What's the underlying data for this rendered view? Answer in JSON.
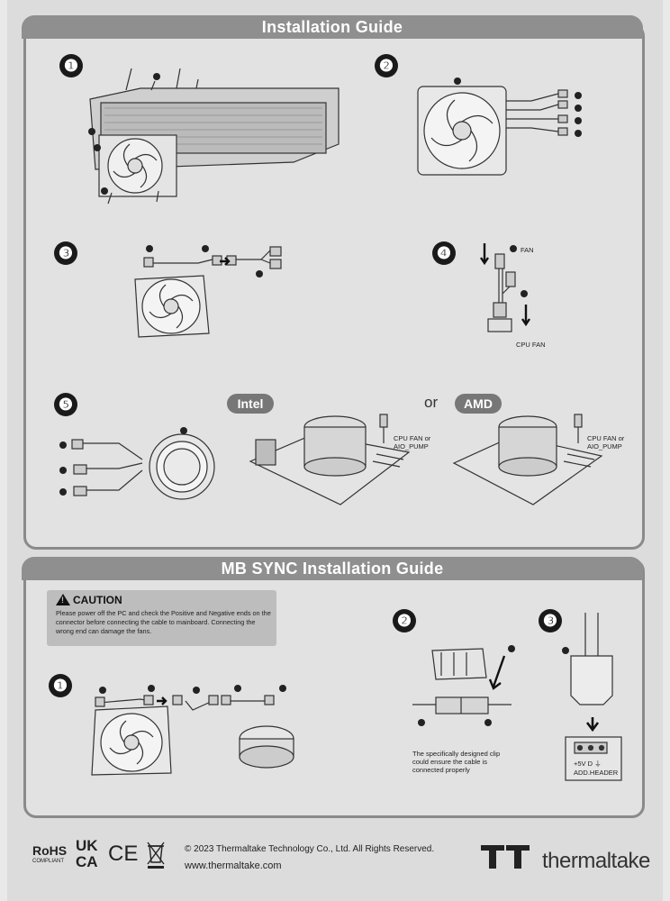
{
  "header": {
    "title": "Installation Guide"
  },
  "steps_top": [
    "❶",
    "❷",
    "❸",
    "❹",
    "❺"
  ],
  "step4": {
    "fan_label": "FAN",
    "cpu_fan_label": "CPU FAN"
  },
  "step5": {
    "intel_label": "Intel",
    "or_label": "or",
    "amd_label": "AMD",
    "intel_header_label": "CPU FAN or\nAIO_PUMP",
    "amd_header_label": "CPU FAN or\nAIO_PUMP"
  },
  "mbsync": {
    "title": "MB SYNC Installation Guide",
    "caution_title": "CAUTION",
    "caution_text": "Please power off the PC and check the Positive and Negative ends on the connector before connecting the cable to mainboard. Connecting the wrong end can damage the fans.",
    "clip_note": "The specifically designed clip could ensure the cable is connected properly",
    "header_pins": "+5V D  ⏚",
    "header_name": "ADD.HEADER"
  },
  "footer": {
    "copyright": "© 2023 Thermaltake Technology Co., Ltd. All Rights Reserved.",
    "url": "www.thermaltake.com",
    "rohs": "RoHS",
    "rohs_sub": "COMPLIANT",
    "ukca_top": "UK",
    "ukca_bottom": "CA",
    "ce": "CE",
    "brand": "thermaltake"
  }
}
